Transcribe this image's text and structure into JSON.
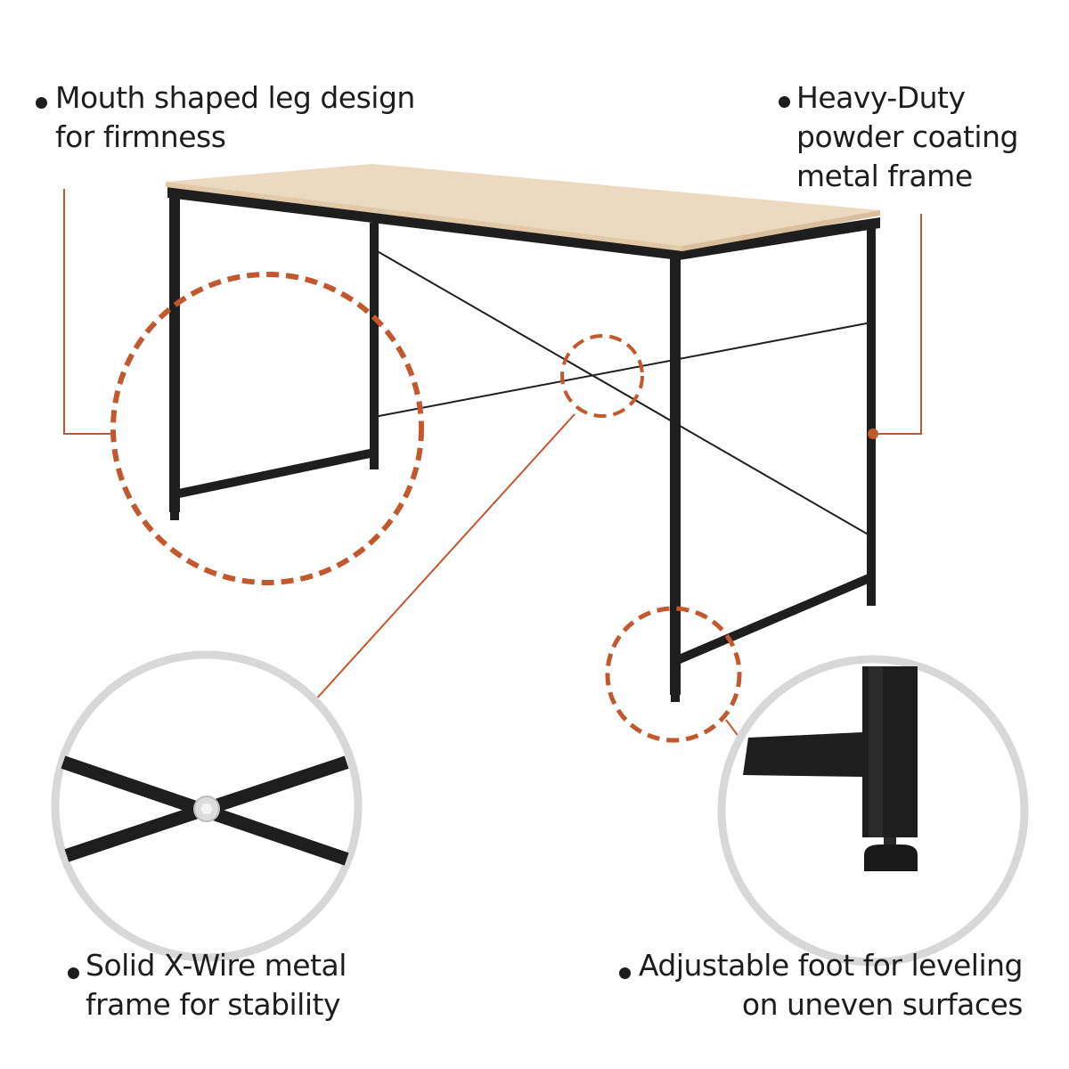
{
  "image": {
    "subject": "metal-frame-desk-with-wood-top",
    "accent_color": "#c2582d",
    "frame_color": "#1e1e1e",
    "top_color": "#ecd9bf",
    "zoom_ring_color": "#d8d8d8"
  },
  "callouts": {
    "leg_design": {
      "line1": "Mouth shaped leg design",
      "line2": "for firmness"
    },
    "frame": {
      "line1": "Heavy-Duty",
      "line2": "powder coating",
      "line3": "metal frame"
    },
    "xwire": {
      "line1": "Solid X-Wire metal",
      "line2": "frame for stability"
    },
    "foot": {
      "line1": "Adjustable foot for leveling",
      "line2": "on uneven surfaces"
    }
  }
}
